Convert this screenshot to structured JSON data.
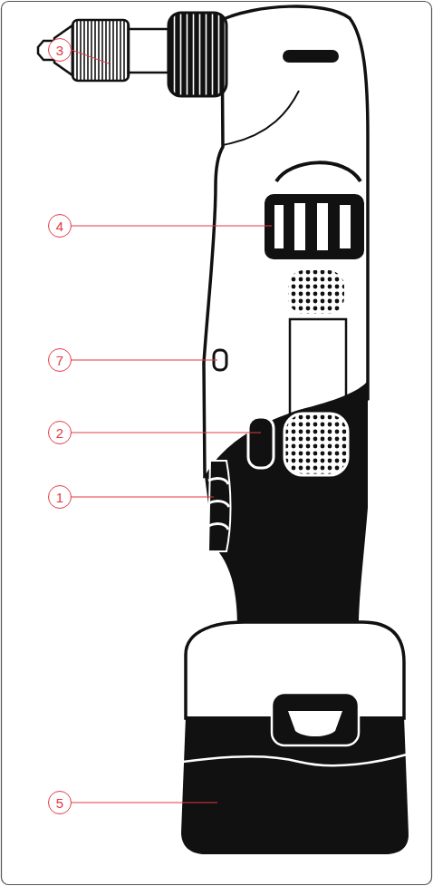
{
  "diagram": {
    "nodes": [
      {
        "text": [
          "3"
        ]
      },
      {
        "text": [
          "4"
        ]
      },
      {
        "text": [
          "7"
        ]
      },
      {
        "text": [
          "2"
        ]
      },
      {
        "text": [
          "1"
        ]
      },
      {
        "text": [
          "5"
        ]
      }
    ]
  }
}
